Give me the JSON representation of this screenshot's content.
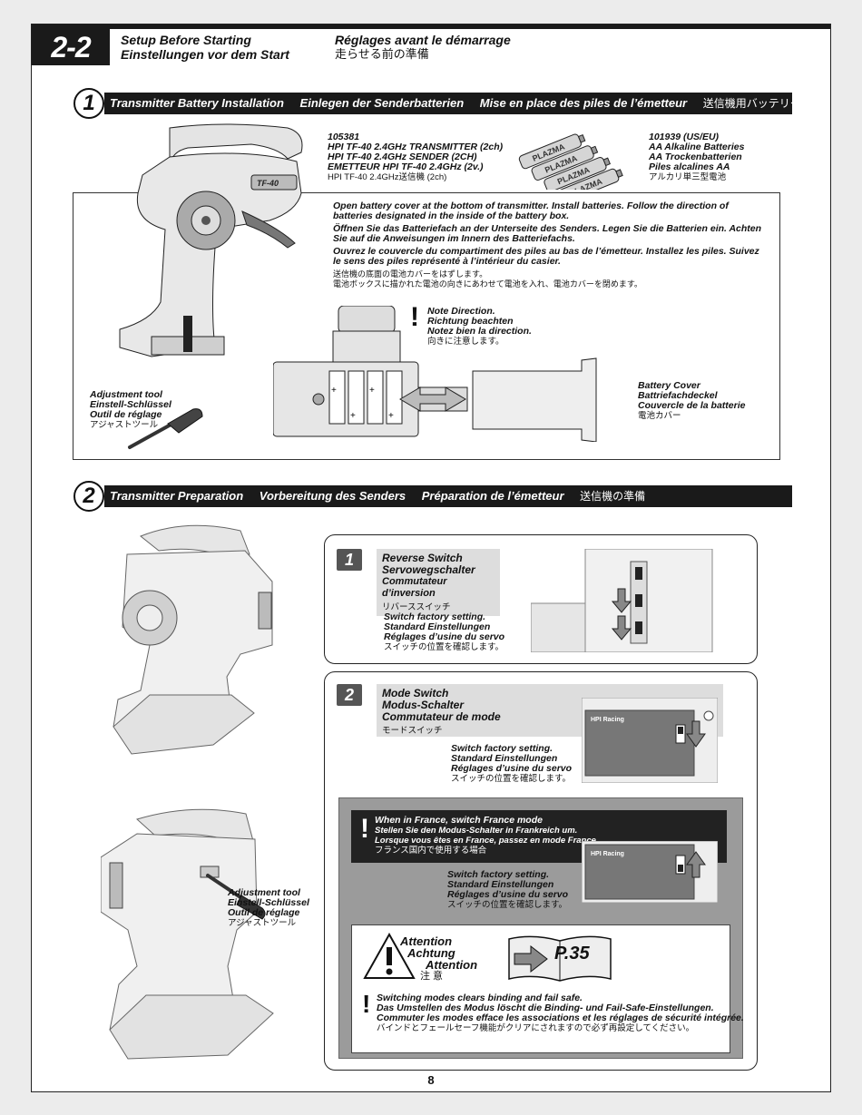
{
  "header": {
    "chapter": "2-2",
    "title_en": "Setup Before Starting",
    "title_de": "Einstellungen vor dem Start",
    "title_fr": "Réglages avant le démarrage",
    "title_jp": "走らせる前の準備"
  },
  "section1": {
    "number": "1",
    "titles": [
      "Transmitter Battery Installation",
      "Einlegen der Senderbatterien",
      "Mise en place des piles de l’émetteur"
    ],
    "title_jp": "送信機用バッテリーの入れ方",
    "transmitter": {
      "part_no": "105381",
      "lines": [
        "HPI TF-40 2.4GHz TRANSMITTER (2ch)",
        "HPI TF-40 2.4GHz SENDER (2CH)",
        "EMETTEUR HPI TF-40 2.4GHz (2v.)"
      ],
      "jp": "HPI TF-40 2.4GHz送信機 (2ch)",
      "model_label": "TF-40"
    },
    "batteries": {
      "part_no": "101939 (US/EU)",
      "lines": [
        "AA Alkaline Batteries",
        "AA Trockenbatterien",
        "Piles alcalines AA"
      ],
      "jp": "アルカリ単三型電池",
      "brand": "PLAZMA"
    },
    "instructions": {
      "en": "Open battery cover at the bottom of transmitter. Install batteries. Follow the direction of batteries designated in the inside of the battery box.",
      "de": "Öffnen Sie das Batteriefach an der Unterseite des Senders. Legen Sie die Batterien ein. Achten Sie auf die Anweisungen im Innern des Batteriefachs.",
      "fr": "Ouvrez le couvercle du compartiment des piles au bas de l’émetteur. Installez les piles. Suivez le sens des piles représenté à l’intérieur du casier.",
      "jp1": "送信機の底面の電池カバーをはずします。",
      "jp2": "電池ボックスに描かれた電池の向きにあわせて電池を入れ、電池カバーを閉めます。"
    },
    "note": {
      "lines": [
        "Note Direction.",
        "Richtung beachten",
        "Notez bien la direction."
      ],
      "jp": "向きに注意します。"
    },
    "battery_cover": {
      "lines": [
        "Battery Cover",
        "Battriefachdeckel",
        "Couvercle de la batterie"
      ],
      "jp": "電池カバー"
    },
    "adjustment_tool": {
      "lines": [
        "Adjustment tool",
        "Einstell-Schlüssel",
        "Outil de réglage"
      ],
      "jp": "アジャストツール"
    }
  },
  "section2": {
    "number": "2",
    "titles": [
      "Transmitter Preparation",
      "Vorbereitung des Senders",
      "Préparation de l’émetteur"
    ],
    "title_jp": "送信機の準備",
    "step1": {
      "badge": "1",
      "lines": [
        "Reverse Switch",
        "Servowegschalter",
        "Commutateur d’inversion"
      ],
      "jp": "リバーススイッチ",
      "factory": [
        "Switch factory setting.",
        "Standard Einstellungen",
        "Réglages d’usine du servo"
      ],
      "factory_jp": "スイッチの位置を確認します。"
    },
    "step2": {
      "badge": "2",
      "lines": [
        "Mode Switch",
        "Modus-Schalter",
        "Commutateur de mode"
      ],
      "jp": "モードスイッチ",
      "factory": [
        "Switch factory setting.",
        "Standard Einstellungen",
        "Réglages d’usine du servo"
      ],
      "factory_jp": "スイッチの位置を確認します。",
      "label_brand": "HPI Racing"
    },
    "france": {
      "lines": [
        "When in France, switch France mode",
        "Stellen Sie den Modus-Schalter in Frankreich um.",
        "Lorsque vous êtes en France, passez en mode France"
      ],
      "jp": "フランス国内で使用する場合",
      "factory": [
        "Switch factory setting.",
        "Standard Einstellungen",
        "Réglages d’usine du servo"
      ],
      "factory_jp": "スイッチの位置を確認します。"
    },
    "attention": {
      "lines": [
        "Attention",
        "Achtung",
        "Attention"
      ],
      "jp": "注 意",
      "page_ref": "P.35",
      "warn": [
        "Switching modes clears binding and fail safe.",
        "Das Umstellen des Modus löscht die Binding- und Fail-Safe-Einstellungen.",
        "Commuter les modes efface les associations et les réglages de sécurité intégrée."
      ],
      "warn_jp": "バインドとフェールセーフ機能がクリアにされますので必ず再設定してください。"
    },
    "adjustment_tool": {
      "lines": [
        "Adjustment tool",
        "Einstell-Schlüssel",
        "Outil de réglage"
      ],
      "jp": "アジャストツール"
    }
  },
  "footer": {
    "page_number": "8"
  }
}
